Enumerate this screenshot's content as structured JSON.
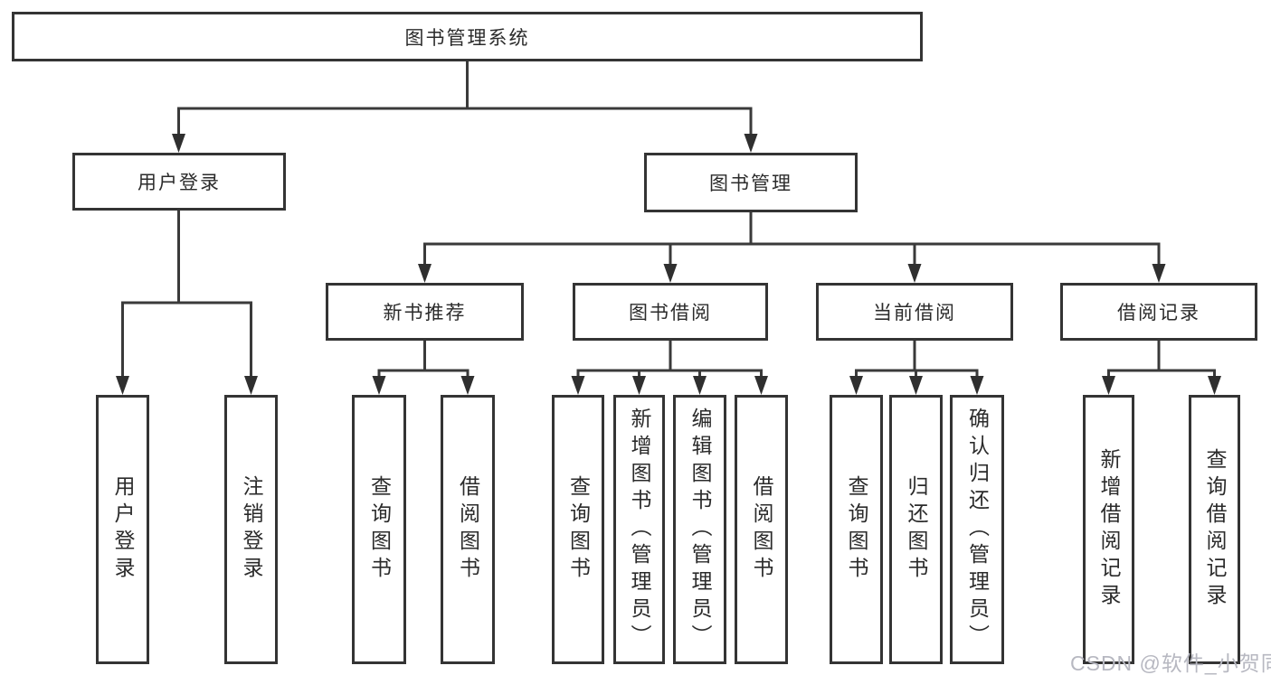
{
  "diagram": {
    "root": {
      "label": "图书管理系统"
    },
    "level2": [
      {
        "label": "用户登录"
      },
      {
        "label": "图书管理"
      }
    ],
    "level3": [
      {
        "label": "新书推荐"
      },
      {
        "label": "图书借阅"
      },
      {
        "label": "当前借阅"
      },
      {
        "label": "借阅记录"
      }
    ],
    "leaves": [
      "用户登录",
      "注销登录",
      "查询图书",
      "借阅图书",
      "查询图书",
      "新增图书（管理员）",
      "编辑图书（管理员）",
      "借阅图书",
      "查询图书",
      "归还图书",
      "确认归还（管理员）",
      "新增借阅记录",
      "查询借阅记录"
    ]
  },
  "watermark": {
    "text": "CSDN @软件_小贺同学",
    "color": "#b7b8c1"
  },
  "colors": {
    "line": "#3a3a3a",
    "arrow": "#2f2f2f",
    "border": "#343434",
    "text": "#2b2b2b",
    "background": "#ffffff"
  }
}
